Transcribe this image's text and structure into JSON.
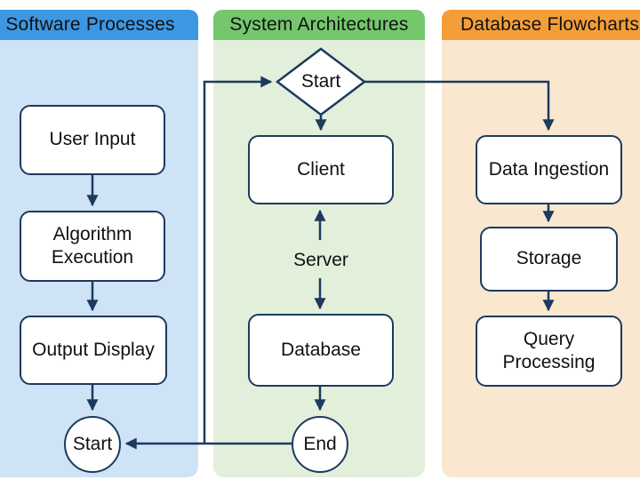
{
  "diagram": {
    "columns": [
      {
        "title": "Software Processes",
        "header_color": "#3e97e2",
        "bg_color": "#cfe3f6",
        "nodes": [
          {
            "label": "User Input",
            "shape": "process"
          },
          {
            "label": "Algorithm Execution",
            "shape": "process"
          },
          {
            "label": "Output Display",
            "shape": "process"
          },
          {
            "label": "Start",
            "shape": "terminator-circle"
          }
        ]
      },
      {
        "title": "System Architectures",
        "header_color": "#74c76c",
        "bg_color": "#e2efda",
        "nodes": [
          {
            "label": "Start",
            "shape": "decision-diamond"
          },
          {
            "label": "Client",
            "shape": "process"
          },
          {
            "label": "Server",
            "shape": "plain-text"
          },
          {
            "label": "Database",
            "shape": "process"
          },
          {
            "label": "End",
            "shape": "terminator-circle"
          }
        ]
      },
      {
        "title": "Database Flowcharts",
        "header_color": "#f49e38",
        "bg_color": "#f9e7d0",
        "nodes": [
          {
            "label": "Data Ingestion",
            "shape": "process"
          },
          {
            "label": "Storage",
            "shape": "process"
          },
          {
            "label": "Query Processing",
            "shape": "process"
          }
        ]
      }
    ],
    "colors": {
      "stroke": "#1c3a5e",
      "node_fill": "#ffffff",
      "text": "#111111"
    }
  }
}
